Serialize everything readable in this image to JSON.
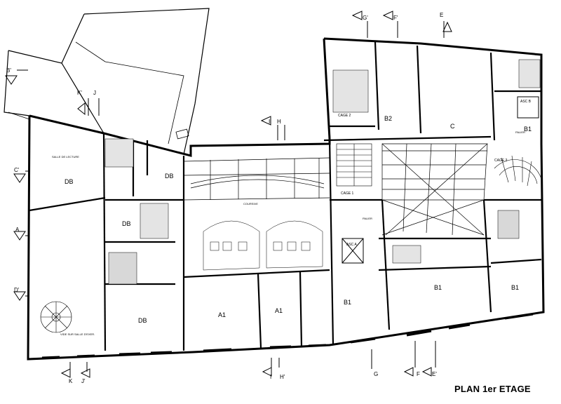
{
  "title": "PLAN 1er ETAGE",
  "rooms": {
    "db_top": "DB",
    "db_small": "DB",
    "db_mid": "DB",
    "db_bottom": "DB",
    "a1_left": "A1",
    "a1_right": "A1",
    "b1_center": "B1",
    "b1_right1": "B1",
    "b1_right2": "B1",
    "b2": "B2",
    "c": "C",
    "b1_cage": "B1",
    "salle_lecture": "SALLE DE LECTURE",
    "vide_salle": "VIDE SUR SALLE D'EXER.",
    "coursive": "COURSIVE",
    "palier": "PALIER",
    "palier2": "PALIER",
    "cage1": "CAGE 1",
    "cage2": "CAGE 2",
    "cage3": "CAGE 3",
    "asc_a": "ASC A",
    "asc_b": "ASC B"
  },
  "section_markers": {
    "g_prime": "G'",
    "f_prime": "F'",
    "e_top": "E",
    "b_prime": "B'",
    "k_prime_top": "K'",
    "j_top": "J",
    "i_prime": "I'",
    "h_top": "H",
    "c_prime": "C'",
    "a_left": "A",
    "d_prime": "D'",
    "k_bottom": "K",
    "j_prime": "J'",
    "i_bottom": "I",
    "h_prime": "H'",
    "g_bottom": "G",
    "f_bottom": "F",
    "e_prime": "E'"
  }
}
